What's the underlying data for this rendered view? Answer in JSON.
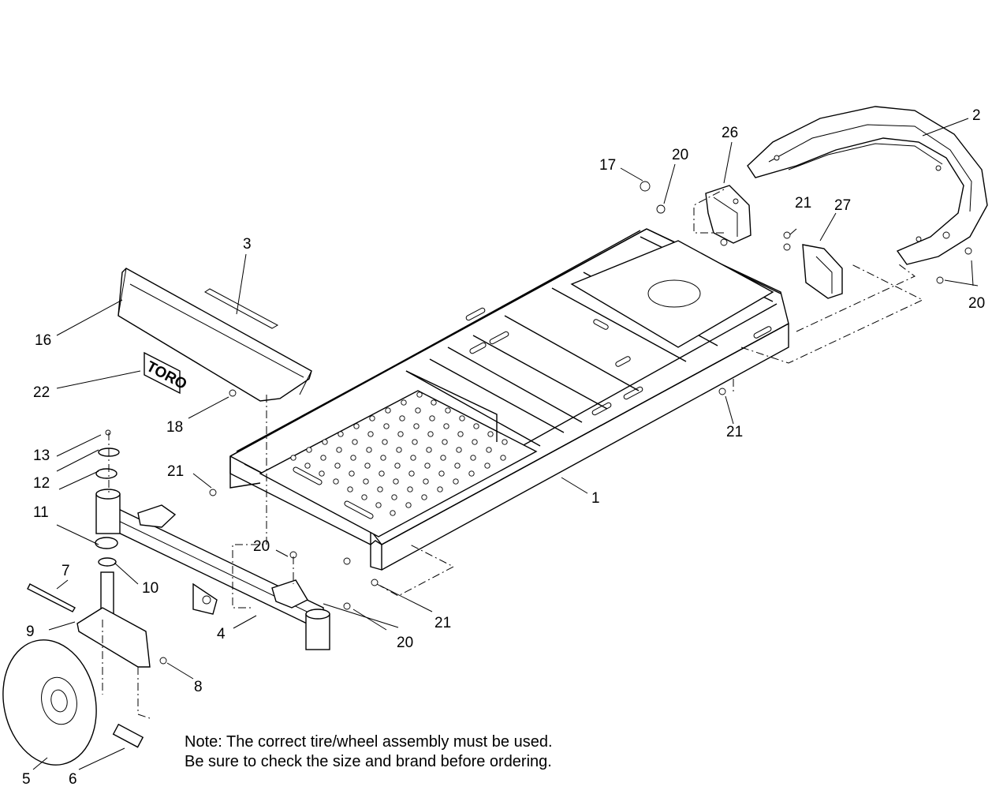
{
  "callouts": {
    "c1": "1",
    "c2": "2",
    "c3": "3",
    "c4": "4",
    "c5": "5",
    "c6": "6",
    "c7": "7",
    "c8": "8",
    "c9": "9",
    "c10": "10",
    "c11": "11",
    "c12": "12",
    "c13": "13",
    "c16": "16",
    "c17": "17",
    "c18": "18",
    "c20a": "20",
    "c20b": "20",
    "c20c": "20",
    "c20d": "20",
    "c21a": "21",
    "c21b": "21",
    "c21c": "21",
    "c21d": "21",
    "c22": "22",
    "c26": "26",
    "c27": "27"
  },
  "note": {
    "line1": "Note: The correct tire/wheel assembly must be used.",
    "line2": "Be sure to check the size and brand before ordering."
  },
  "decal_text": "TORO"
}
